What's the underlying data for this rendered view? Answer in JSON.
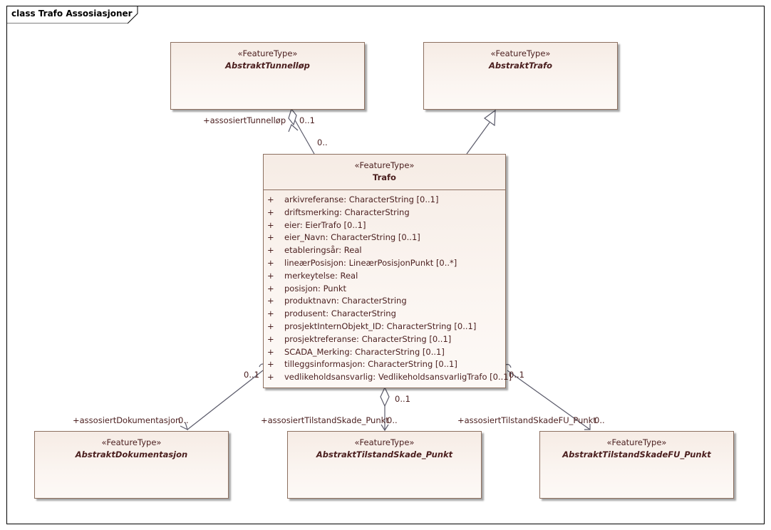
{
  "frame": {
    "title": "class Trafo Assosiasjoner"
  },
  "classes": {
    "tunnel": {
      "stereotype": "«FeatureType»",
      "name": "AbstraktTunnelløp"
    },
    "trafo_abstract": {
      "stereotype": "«FeatureType»",
      "name": "AbstraktTrafo"
    },
    "trafo": {
      "stereotype": "«FeatureType»",
      "name": "Trafo",
      "attributes": [
        {
          "vis": "+",
          "text": "arkivreferanse: CharacterString [0..1]"
        },
        {
          "vis": "+",
          "text": "driftsmerking: CharacterString"
        },
        {
          "vis": "+",
          "text": "eier: EierTrafo [0..1]"
        },
        {
          "vis": "+",
          "text": "eier_Navn: CharacterString [0..1]"
        },
        {
          "vis": "+",
          "text": "etableringsår: Real"
        },
        {
          "vis": "+",
          "text": "lineærPosisjon: LineærPosisjonPunkt [0..*]"
        },
        {
          "vis": "+",
          "text": "merkeytelse: Real"
        },
        {
          "vis": "+",
          "text": "posisjon: Punkt"
        },
        {
          "vis": "+",
          "text": "produktnavn: CharacterString"
        },
        {
          "vis": "+",
          "text": "produsent: CharacterString"
        },
        {
          "vis": "+",
          "text": "prosjektInternObjekt_ID: CharacterString [0..1]"
        },
        {
          "vis": "+",
          "text": "prosjektreferanse: CharacterString [0..1]"
        },
        {
          "vis": "+",
          "text": "SCADA_Merking: CharacterString [0..1]"
        },
        {
          "vis": "+",
          "text": "tilleggsinformasjon: CharacterString [0..1]"
        },
        {
          "vis": "+",
          "text": "vedlikeholdsansvarlig: VedlikeholdsansvarligTrafo [0..1]"
        }
      ]
    },
    "dok": {
      "stereotype": "«FeatureType»",
      "name": "AbstraktDokumentasjon"
    },
    "skade": {
      "stereotype": "«FeatureType»",
      "name": "AbstraktTilstandSkade_Punkt"
    },
    "skadefu": {
      "stereotype": "«FeatureType»",
      "name": "AbstraktTilstandSkadeFU_Punkt"
    }
  },
  "associations": {
    "tunnel": {
      "role": "+assosiertTunnelløp",
      "mult_source": "0..1",
      "mult_target": "0.."
    },
    "dok": {
      "role": "+assosiertDokumentasjon",
      "mult_target": "0..",
      "mult_source": "0..1"
    },
    "skade": {
      "role": "+assosiertTilstandSkade_Punkt",
      "mult_target": "0..",
      "mult_source": "0..1"
    },
    "skadefu": {
      "role": "+assosiertTilstandSkadeFU_Punkt",
      "mult_target": "0..",
      "mult_source": "0..1"
    }
  },
  "colors": {
    "border": "#8c6f5f",
    "text": "#4a1e1e",
    "line": "#5a5a6a",
    "fill_top": "#f6ece5",
    "fill_bottom": "#fdf9f6"
  }
}
